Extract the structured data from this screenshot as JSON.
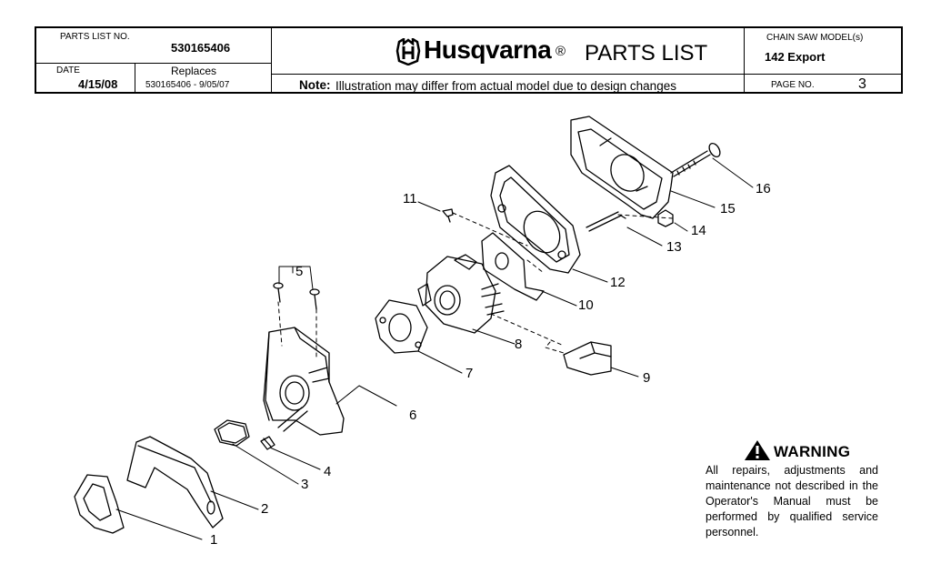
{
  "header": {
    "parts_list_no_label": "PARTS LIST NO.",
    "parts_list_no": "530165406",
    "date_label": "DATE",
    "date": "4/15/08",
    "replaces_label": "Replaces",
    "replaces": "530165406 - 9/05/07",
    "brand": "Husqvarna",
    "brand_mark": "®",
    "title": "PARTS LIST",
    "note_label": "Note:",
    "note": "Illustration may differ from actual model due to design changes",
    "model_label": "CHAIN SAW MODEL(s)",
    "model": "142 Export",
    "page_label": "PAGE  NO.",
    "page_no": "3"
  },
  "callouts": [
    "1",
    "2",
    "3",
    "4",
    "5",
    "6",
    "7",
    "8",
    "9",
    "10",
    "11",
    "12",
    "13",
    "14",
    "15",
    "16"
  ],
  "warning": {
    "title": "WARNING",
    "text": "All repairs, adjustments and maintenance not described in the Operator's Manual must be performed by qualified service personnel."
  }
}
